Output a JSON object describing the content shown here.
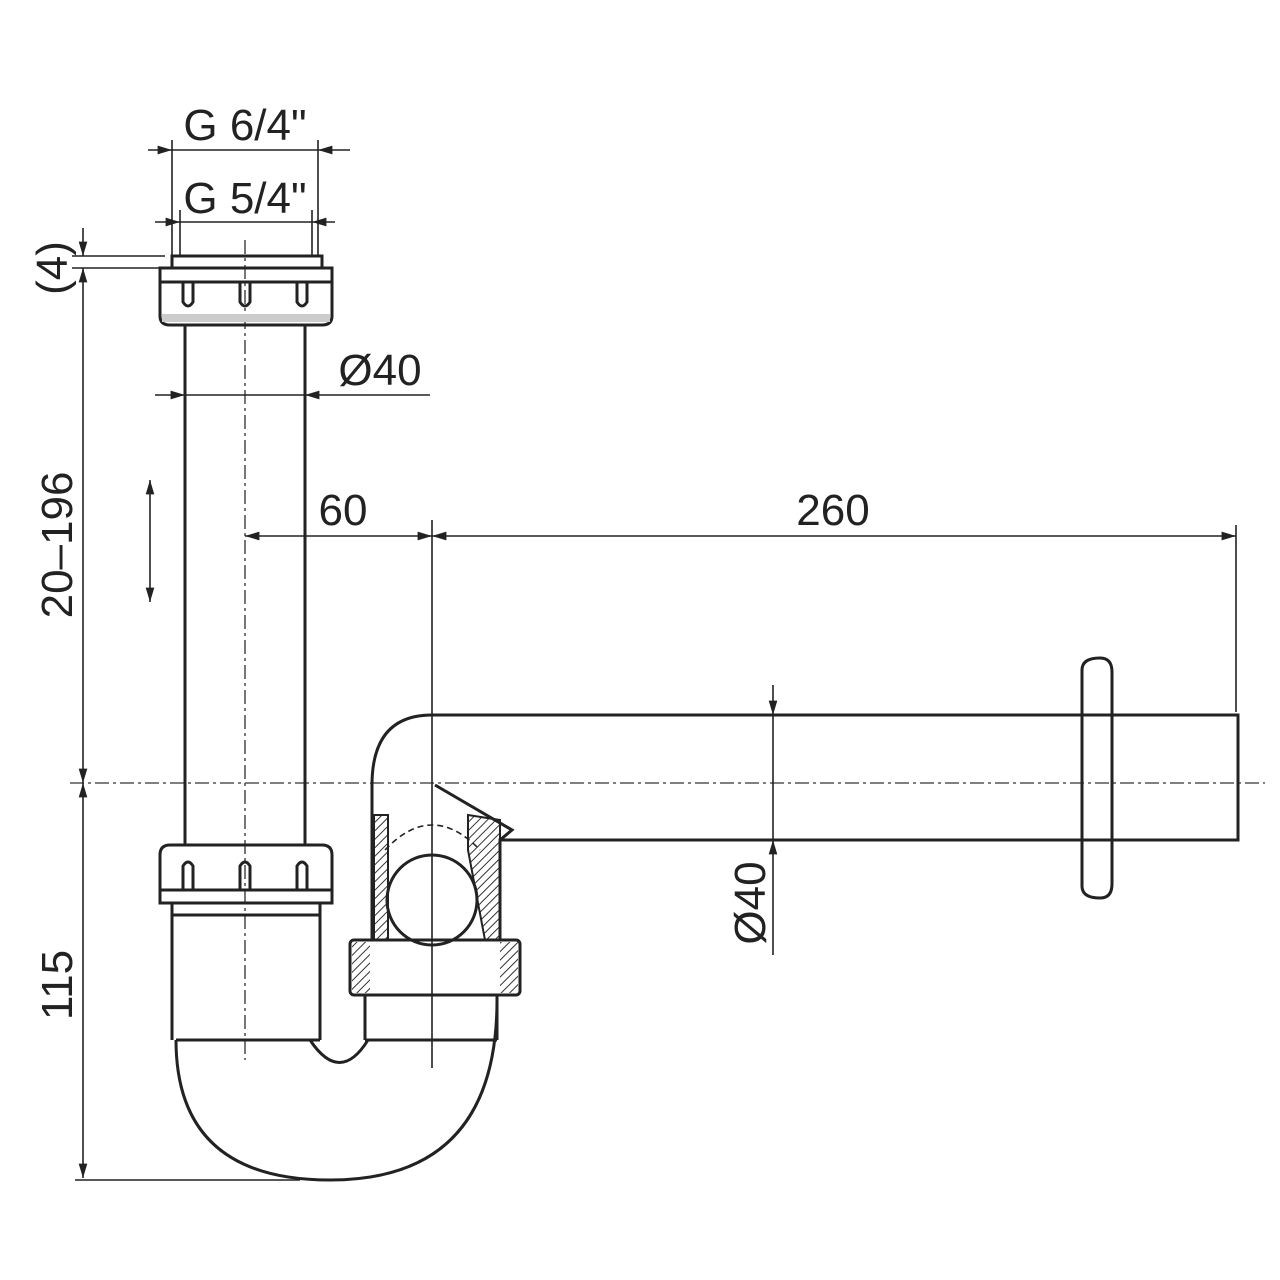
{
  "title": "Bottle trap dimensional drawing",
  "dimensions": {
    "thread_outer": "G 6/4\"",
    "thread_inner": "G 5/4\"",
    "gasket": "(4)",
    "height_adjust": "20–196",
    "lower_height": "115",
    "pipe_diameter_vertical": "Ø40",
    "offset": "60",
    "outlet_length": "260",
    "pipe_diameter_outlet": "Ø40"
  },
  "colors": {
    "line": "#222222",
    "background": "#ffffff"
  }
}
